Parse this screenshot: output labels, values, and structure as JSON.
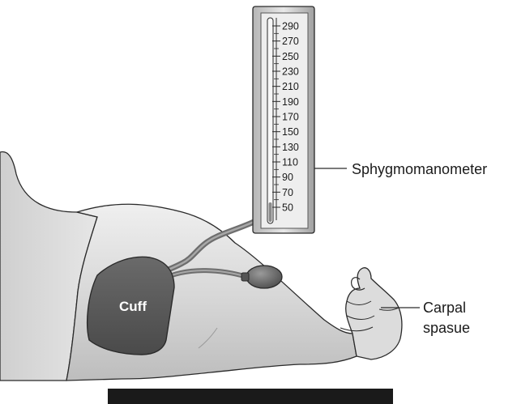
{
  "labels": {
    "sphygmomanometer": "Sphygmomanometer",
    "cuff": "Cuff",
    "carpal_line1": "Carpal",
    "carpal_line2": "spasue"
  },
  "scale_ticks": [
    "290",
    "270",
    "250",
    "230",
    "210",
    "190",
    "170",
    "150",
    "130",
    "110",
    "90",
    "70",
    "50"
  ],
  "colors": {
    "outline": "#2a2a2a",
    "arm_fill": "#d9d9d9",
    "cuff_fill": "#5a5a5a",
    "tube": "#6e6e6e",
    "base": "#1a1a1a",
    "manometer_frame": "#8a8a8a",
    "manometer_face": "#ededed"
  }
}
